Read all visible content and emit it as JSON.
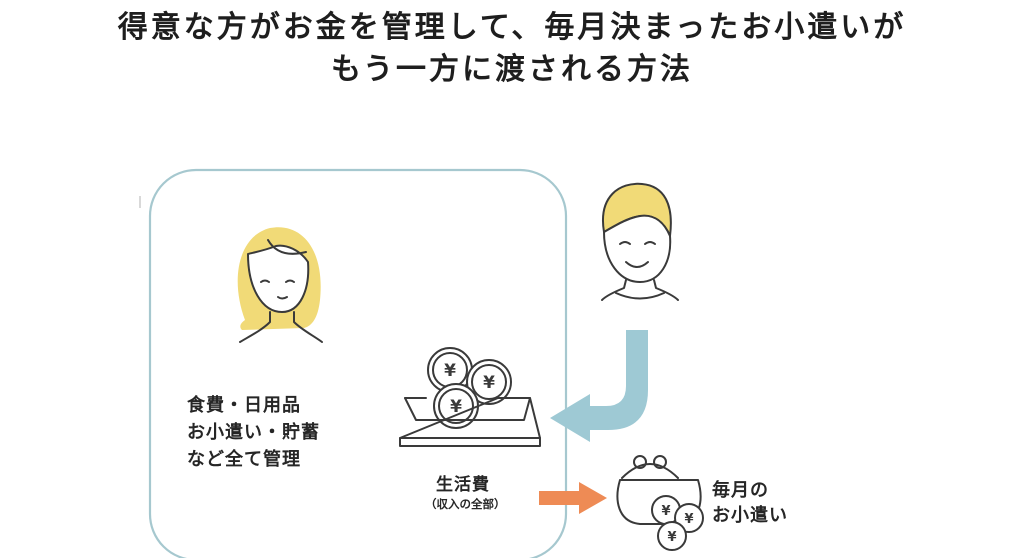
{
  "title": {
    "line1": "得意な方がお金を管理して、毎月決まったお小遣いが",
    "line2": "もう一方に渡される方法"
  },
  "manager": {
    "lines": [
      "食費・日用品",
      "お小遣い・貯蓄",
      "など全て管理"
    ]
  },
  "living_expenses": {
    "label": "生活費",
    "sub": "（収入の全部）"
  },
  "allowance": {
    "lines": [
      "毎月の",
      "お小遣い"
    ]
  },
  "coin_symbol": "¥",
  "colors": {
    "frame": "#a6c8cf",
    "income_arrow": "#9ec9d4",
    "allowance_arrow": "#ee8b55",
    "hair": "#f1da77",
    "line": "#3a3a3a"
  }
}
